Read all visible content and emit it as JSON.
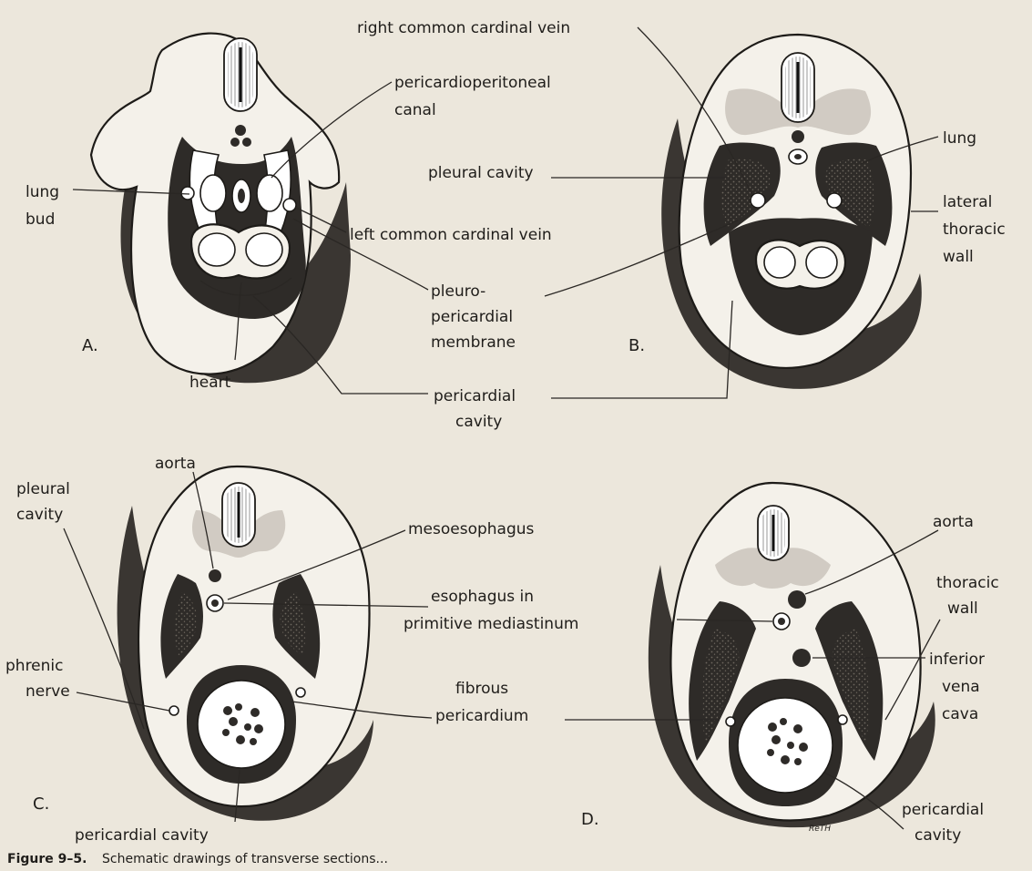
{
  "panels": {
    "A": {
      "letter": "A.",
      "labels": {
        "pericardioperitoneal": "pericardioperitoneal",
        "canal": "canal",
        "lung": "lung",
        "bud": "bud",
        "left_common_cardinal_vein": "left common cardinal vein",
        "heart": "heart"
      }
    },
    "B": {
      "letter": "B.",
      "labels": {
        "right_common_cardinal_vein": "right common cardinal vein",
        "lung": "lung",
        "pleural_cavity": "pleural cavity",
        "lateral": "lateral",
        "thoracic": "thoracic",
        "wall": "wall",
        "pleuro": "pleuro-",
        "pericardial": "pericardial",
        "membrane": "membrane"
      }
    },
    "shared": {
      "pericardial": "pericardial",
      "cavity": "cavity"
    },
    "C": {
      "letter": "C.",
      "labels": {
        "aorta": "aorta",
        "pleural": "pleural",
        "cavity": "cavity",
        "mesoesophagus": "mesoesophagus",
        "esophagus_in": "esophagus in",
        "primitive_mediastinum": "primitive mediastinum",
        "phrenic": "phrenic",
        "nerve": "nerve",
        "fibrous": "fibrous",
        "pericardium": "pericardium",
        "pericardial_cavity": "pericardial cavity"
      }
    },
    "D": {
      "letter": "D.",
      "labels": {
        "aorta": "aorta",
        "thoracic": "thoracic",
        "wall": "wall",
        "inferior": "inferior",
        "vena": "vena",
        "cava": "cava",
        "pericardial": "pericardial",
        "cavity": "cavity"
      },
      "signature": "ReTH"
    }
  },
  "caption": {
    "figure_number": "Figure 9–5.",
    "text": "Schematic drawings of transverse sections..."
  }
}
